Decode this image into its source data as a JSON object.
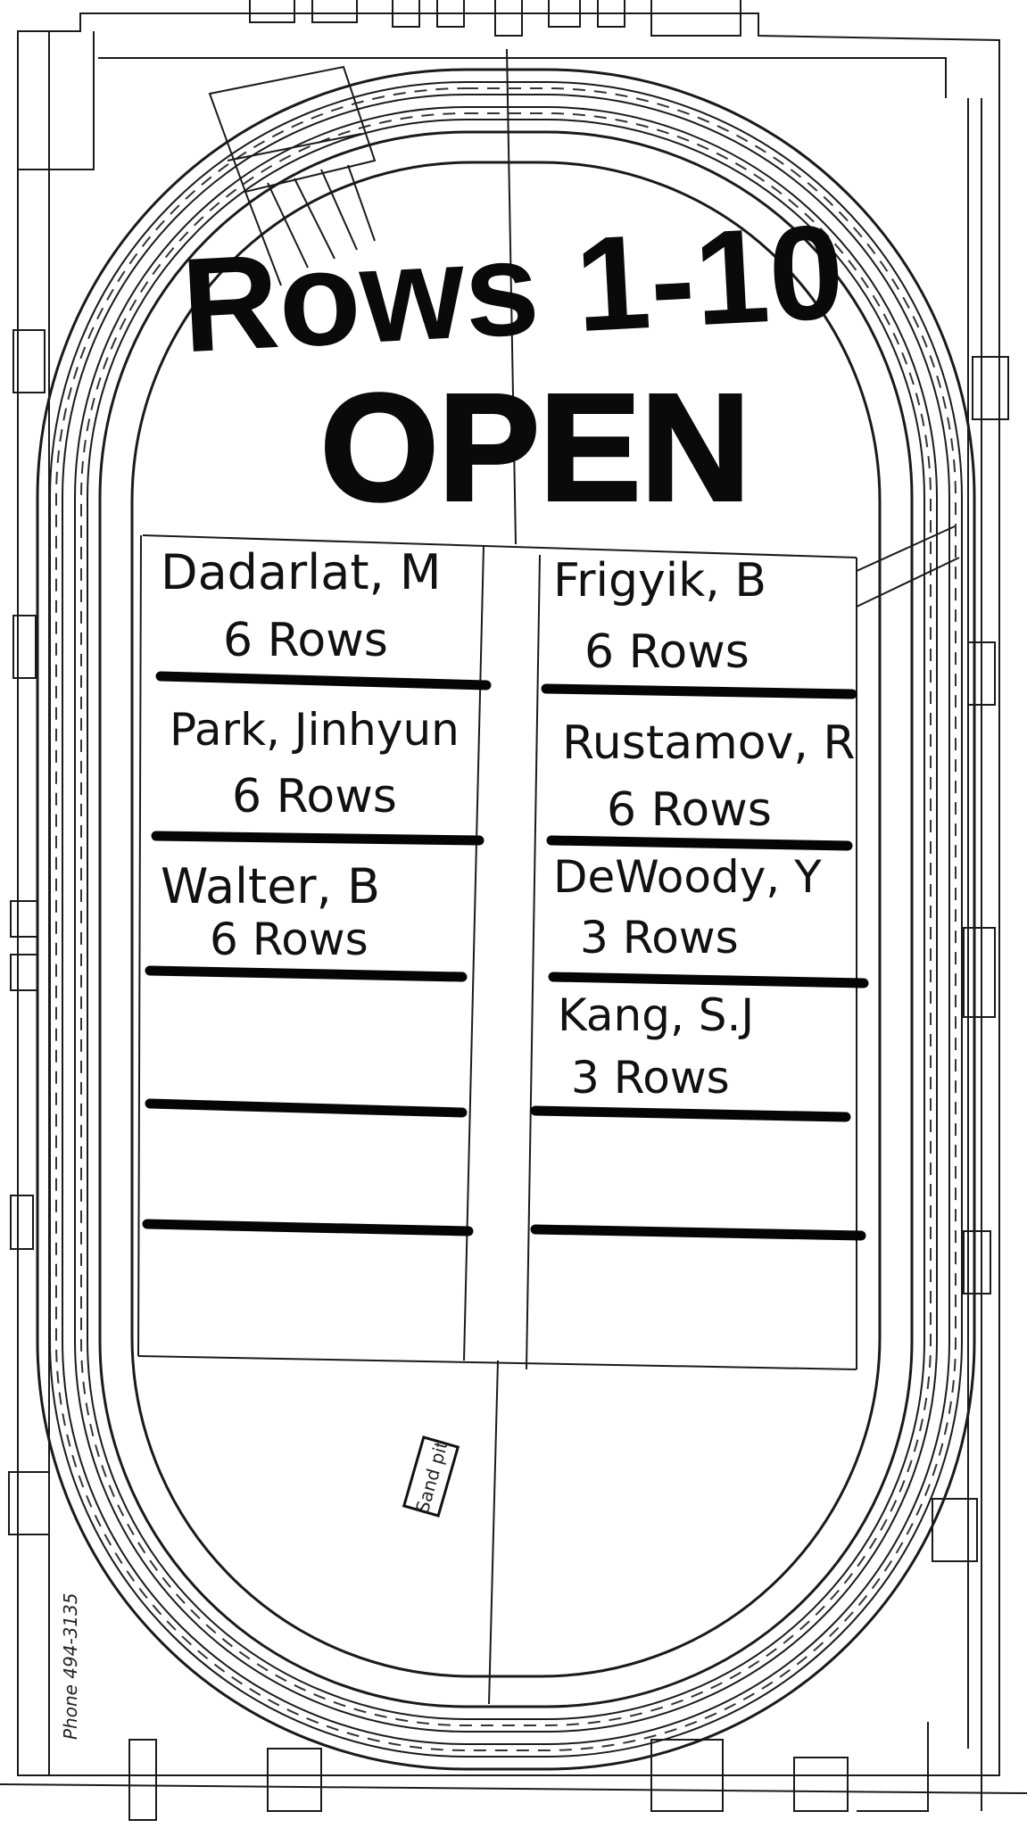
{
  "title_line1": "Rows 1-10",
  "title_line2": "OPEN",
  "left_column": [
    {
      "name": "Dadarlat, M",
      "rows": "6 Rows"
    },
    {
      "name": "Park, Jinhyun",
      "rows": "6 Rows"
    },
    {
      "name": "Walter, B",
      "rows": "6 Rows"
    },
    {
      "name": "",
      "rows": ""
    },
    {
      "name": "",
      "rows": ""
    }
  ],
  "right_column": [
    {
      "name": "Frigyik, B",
      "rows": "6 Rows"
    },
    {
      "name": "Rustamov, R",
      "rows": "6 Rows"
    },
    {
      "name": "DeWoody, Y",
      "rows": "3 Rows"
    },
    {
      "name": "Kang, S.J",
      "rows": "3 Rows"
    },
    {
      "name": "",
      "rows": ""
    }
  ],
  "sand_pit_label": "Sand pit",
  "phone_label": "Phone 494-3135",
  "colors": {
    "ink": "#111111",
    "paper": "#ffffff"
  }
}
